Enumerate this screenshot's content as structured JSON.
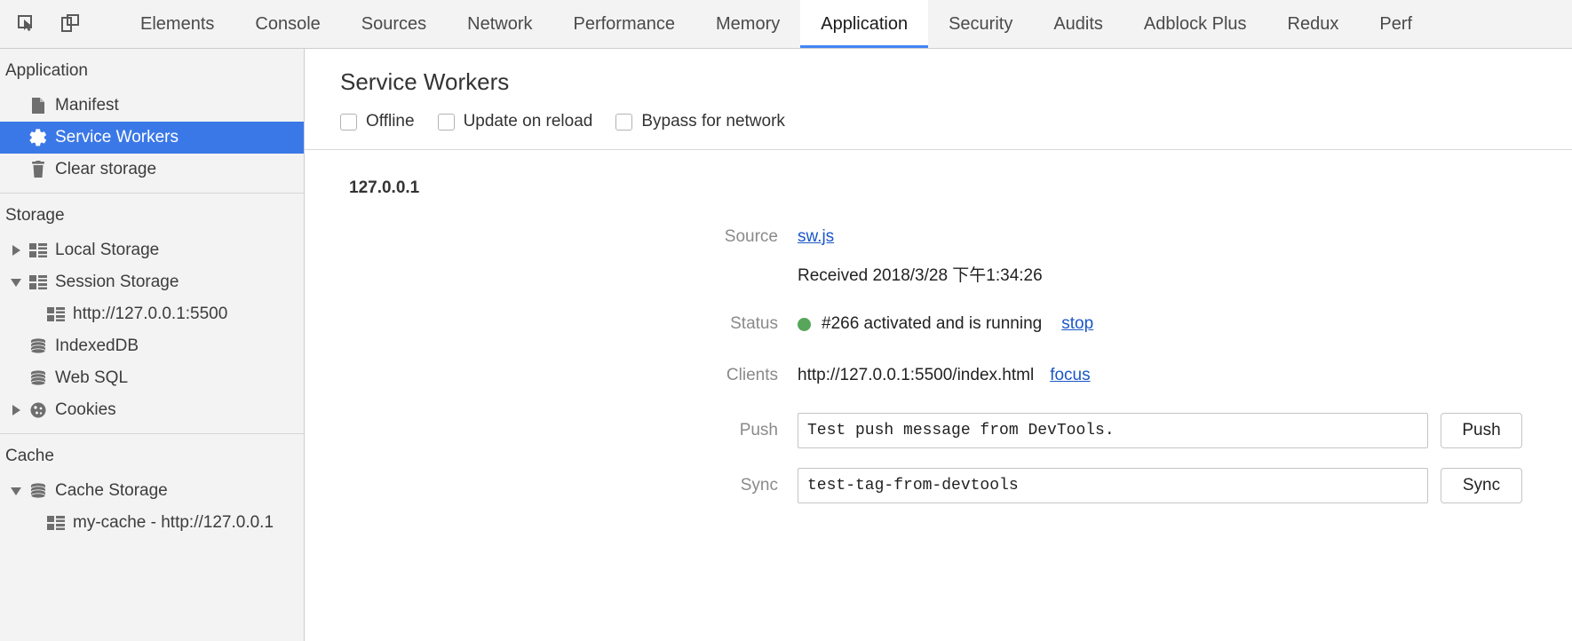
{
  "toolbar": {
    "icons": [
      {
        "name": "inspect-element-icon"
      },
      {
        "name": "device-toolbar-icon"
      }
    ],
    "tabs": [
      {
        "label": "Elements",
        "active": false
      },
      {
        "label": "Console",
        "active": false
      },
      {
        "label": "Sources",
        "active": false
      },
      {
        "label": "Network",
        "active": false
      },
      {
        "label": "Performance",
        "active": false
      },
      {
        "label": "Memory",
        "active": false
      },
      {
        "label": "Application",
        "active": true
      },
      {
        "label": "Security",
        "active": false
      },
      {
        "label": "Audits",
        "active": false
      },
      {
        "label": "Adblock Plus",
        "active": false
      },
      {
        "label": "Redux",
        "active": false
      },
      {
        "label": "Perf",
        "active": false
      }
    ],
    "accent_color": "#4285f4"
  },
  "sidebar": {
    "sections": [
      {
        "title": "Application",
        "items": [
          {
            "label": "Manifest",
            "icon": "manifest-document-icon",
            "twisty": "none",
            "indent": 1,
            "selected": false
          },
          {
            "label": "Service Workers",
            "icon": "gear-icon",
            "twisty": "none",
            "indent": 1,
            "selected": true
          },
          {
            "label": "Clear storage",
            "icon": "trash-icon",
            "twisty": "none",
            "indent": 1,
            "selected": false
          }
        ]
      },
      {
        "title": "Storage",
        "items": [
          {
            "label": "Local Storage",
            "icon": "table-icon",
            "twisty": "right",
            "indent": 0,
            "selected": false
          },
          {
            "label": "Session Storage",
            "icon": "table-icon",
            "twisty": "down",
            "indent": 0,
            "selected": false
          },
          {
            "label": "http://127.0.0.1:5500",
            "icon": "table-icon",
            "twisty": "none",
            "indent": 2,
            "selected": false
          },
          {
            "label": "IndexedDB",
            "icon": "database-icon",
            "twisty": "none",
            "indent": 1,
            "selected": false
          },
          {
            "label": "Web SQL",
            "icon": "database-icon",
            "twisty": "none",
            "indent": 1,
            "selected": false
          },
          {
            "label": "Cookies",
            "icon": "cookie-icon",
            "twisty": "right",
            "indent": 0,
            "selected": false
          }
        ]
      },
      {
        "title": "Cache",
        "items": [
          {
            "label": "Cache Storage",
            "icon": "database-icon",
            "twisty": "down",
            "indent": 0,
            "selected": false
          },
          {
            "label": "my-cache - http://127.0.0.1",
            "icon": "table-icon",
            "twisty": "none",
            "indent": 2,
            "selected": false
          }
        ]
      }
    ],
    "selected_bg": "#3b78e7"
  },
  "main": {
    "title": "Service Workers",
    "checkboxes": [
      {
        "label": "Offline",
        "checked": false
      },
      {
        "label": "Update on reload",
        "checked": false
      },
      {
        "label": "Bypass for network",
        "checked": false
      }
    ],
    "origin": "127.0.0.1",
    "source": {
      "label": "Source",
      "link_text": "sw.js",
      "received": "Received 2018/3/28 下午1:34:26"
    },
    "status": {
      "label": "Status",
      "text": "#266 activated and is running",
      "action": "stop",
      "dot_color": "#58a55c"
    },
    "clients": {
      "label": "Clients",
      "url": "http://127.0.0.1:5500/index.html",
      "action": "focus"
    },
    "push": {
      "label": "Push",
      "value": "Test push message from DevTools.",
      "button": "Push"
    },
    "sync": {
      "label": "Sync",
      "value": "test-tag-from-devtools",
      "button": "Sync"
    }
  }
}
